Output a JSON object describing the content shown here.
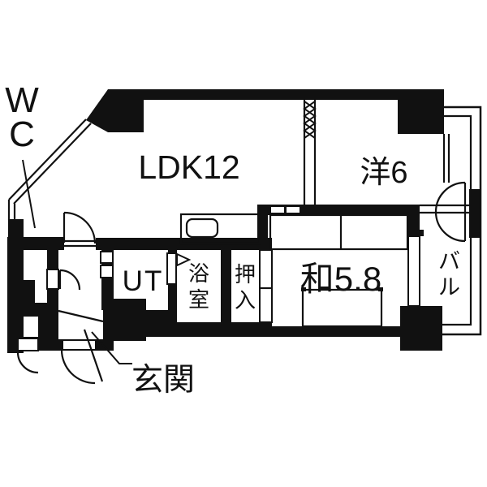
{
  "plan": {
    "labels": {
      "wc": "WC",
      "ldk": "LDK12",
      "western_room": "洋6",
      "japanese_room": "和5.8",
      "balcony": "バル",
      "utility": "UT",
      "bathroom": "浴室",
      "closet": "押入",
      "entrance": "玄関"
    },
    "colors": {
      "wall": "#111111",
      "background": "#ffffff"
    }
  }
}
